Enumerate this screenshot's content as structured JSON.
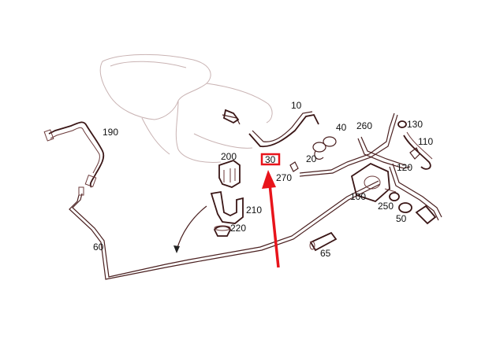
{
  "callouts": [
    {
      "id": "c10",
      "text": "10"
    },
    {
      "id": "c20",
      "text": "20"
    },
    {
      "id": "c40",
      "text": "40"
    },
    {
      "id": "c50",
      "text": "50"
    },
    {
      "id": "c60",
      "text": "60"
    },
    {
      "id": "c65",
      "text": "65"
    },
    {
      "id": "c100",
      "text": "100"
    },
    {
      "id": "c110",
      "text": "110"
    },
    {
      "id": "c120",
      "text": "120"
    },
    {
      "id": "c130",
      "text": "130"
    },
    {
      "id": "c190",
      "text": "190"
    },
    {
      "id": "c200",
      "text": "200"
    },
    {
      "id": "c210",
      "text": "210"
    },
    {
      "id": "c220",
      "text": "220"
    },
    {
      "id": "c250",
      "text": "250"
    },
    {
      "id": "c260",
      "text": "260"
    },
    {
      "id": "c270",
      "text": "270"
    }
  ],
  "highlight": {
    "text": "30",
    "box_color": "#e8141b",
    "arrow_color": "#e8141b"
  },
  "colors": {
    "line_dark": "#4a2020",
    "body_outline": "#c9b3b3",
    "highlight": "#e8141b"
  }
}
